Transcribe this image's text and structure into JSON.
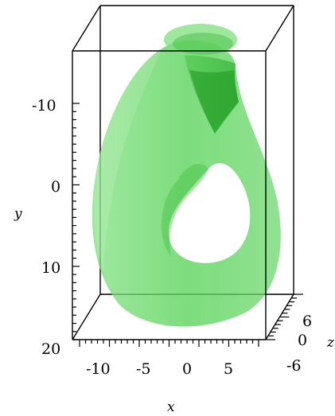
{
  "figure": {
    "description_colors": {
      "surface_fill": "#5fd45f",
      "surface_dark": "#2fa82f",
      "background": "#ffffff",
      "axes": "#000000"
    }
  },
  "axes": {
    "x": {
      "title": "x",
      "tick_labels": [
        "-10",
        "-5",
        "0",
        "5"
      ]
    },
    "y": {
      "title": "y",
      "tick_labels": [
        "-10",
        "0",
        "10",
        "20"
      ]
    },
    "z": {
      "title": "z",
      "tick_labels": [
        "6",
        "0",
        "-6"
      ]
    }
  }
}
